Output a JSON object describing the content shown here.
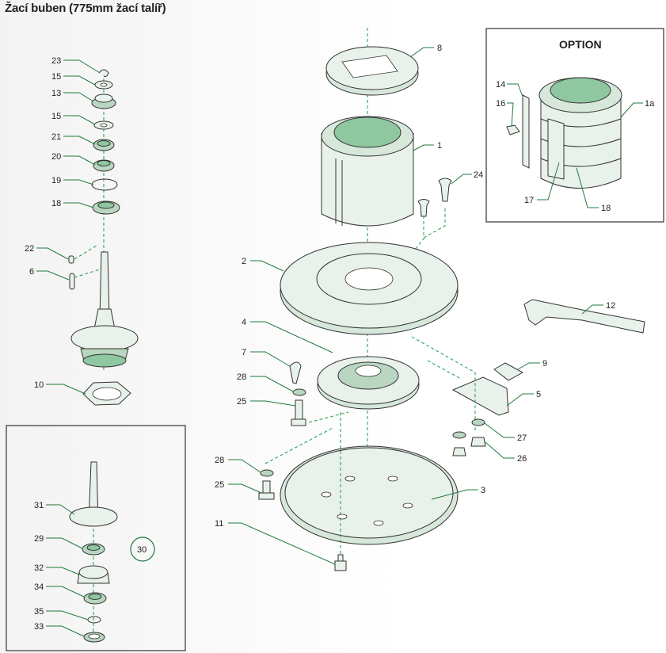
{
  "title": "Žací buben (775mm žací talíř)",
  "option_title": "OPTION",
  "callouts": {
    "p23": "23",
    "p15a": "15",
    "p13": "13",
    "p15b": "15",
    "p21": "21",
    "p20": "20",
    "p19": "19",
    "p18": "18",
    "p22": "22",
    "p6": "6",
    "p10": "10",
    "p31": "31",
    "p29": "29",
    "p30": "30",
    "p32": "32",
    "p34": "34",
    "p35": "35",
    "p33": "33",
    "p8": "8",
    "p1": "1",
    "p24": "24",
    "p2": "2",
    "p4": "4",
    "p7": "7",
    "p28a": "28",
    "p25a": "25",
    "p28b": "28",
    "p25b": "25",
    "p11": "11",
    "p3": "3",
    "p12": "12",
    "p9": "9",
    "p5": "5",
    "p27": "27",
    "p26": "26",
    "p14": "14",
    "p16": "16",
    "p1a": "1a",
    "p17": "17",
    "p18b": "18"
  },
  "colors": {
    "leader": "#1f7a3c",
    "axis": "#1f9a4a",
    "part_fill": "#e8f1ea",
    "accent_fill": "#8fc7a0"
  }
}
